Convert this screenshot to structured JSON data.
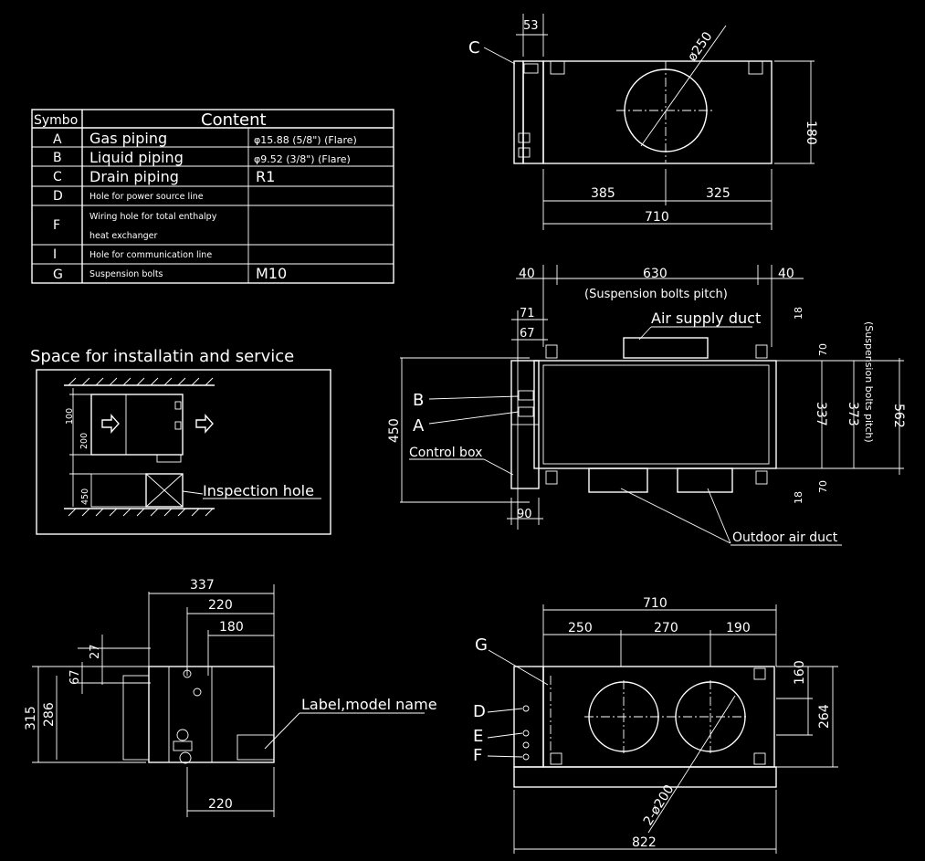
{
  "table": {
    "headers": [
      "Symbo",
      "Content"
    ],
    "rows": [
      {
        "symbol": "A",
        "name": "Gas piping",
        "spec": "φ15.88 (5/8\") (Flare)"
      },
      {
        "symbol": "B",
        "name": "Liquid piping",
        "spec": "φ9.52 (3/8\") (Flare)"
      },
      {
        "symbol": "C",
        "name": "Drain piping",
        "spec": "R1"
      },
      {
        "symbol": "D",
        "name": "Hole for power source line",
        "spec": ""
      },
      {
        "symbol": "F",
        "name": "Wiring hole for total enthalpy",
        "name2": "heat exchanger",
        "spec": ""
      },
      {
        "symbol": "I",
        "name": "Hole for communication line",
        "spec": ""
      },
      {
        "symbol": "G",
        "name": "Suspension bolts",
        "spec": "M10"
      }
    ]
  },
  "space": {
    "title": "Space for installatin and service",
    "dims": [
      "100",
      "200",
      "450"
    ],
    "inspection": "Inspection hole"
  },
  "top": {
    "label_c": "C",
    "d53": "53",
    "d250": "ø250",
    "d180": "180",
    "d385": "385",
    "d325": "325",
    "d710": "710"
  },
  "plan": {
    "d40a": "40",
    "d630": "630",
    "d40b": "40",
    "pitch": "(Suspension bolts pitch)",
    "d71": "71",
    "d67": "67",
    "air_supply": "Air supply duct",
    "label_b": "B",
    "label_a": "A",
    "control_box": "Control box",
    "d450": "450",
    "d18a": "18",
    "d70a": "70",
    "d337": "337",
    "d373": "373",
    "d562": "562",
    "pitch_v": "(Suspension bolts pitch)",
    "d70b": "70",
    "d18b": "18",
    "d90": "90",
    "outdoor": "Outdoor air duct"
  },
  "side": {
    "d337": "337",
    "d220a": "220",
    "d180": "180",
    "d27": "27",
    "d67": "67",
    "d315": "315",
    "d286": "286",
    "label_name": "Label,model name",
    "d220b": "220"
  },
  "front": {
    "d710": "710",
    "d250": "250",
    "d270": "270",
    "d190": "190",
    "label_g": "G",
    "label_d": "D",
    "label_e": "E",
    "label_f": "F",
    "d160": "160",
    "d264": "264",
    "d200": "2-ø200",
    "d822": "822"
  }
}
